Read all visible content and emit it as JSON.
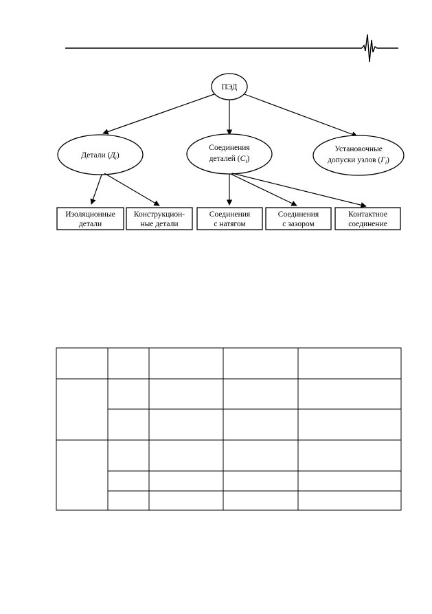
{
  "diagram": {
    "root": "ПЭД",
    "level1": [
      {
        "line1": "Детали (",
        "italic": "Д",
        "sub": "i",
        "close": ")"
      },
      {
        "line1": "Соединения",
        "line2": "деталей (",
        "italic": "С",
        "sub": "i",
        "close": ")"
      },
      {
        "line1": "Установочные",
        "line2": "допуски узлов (",
        "italic": "Г",
        "sub": "i",
        "close": ")"
      }
    ],
    "level2": [
      {
        "line1": "Изоляционные",
        "line2": "детали"
      },
      {
        "line1": "Конструкцион-",
        "line2": "ные детали"
      },
      {
        "line1": "Соединения",
        "line2": "с натягом"
      },
      {
        "line1": "Соединения",
        "line2": "с зазором"
      },
      {
        "line1": "Контактное",
        "line2": "соединение"
      }
    ]
  },
  "table": {
    "columns": 5,
    "rows_note": "empty table grid"
  }
}
